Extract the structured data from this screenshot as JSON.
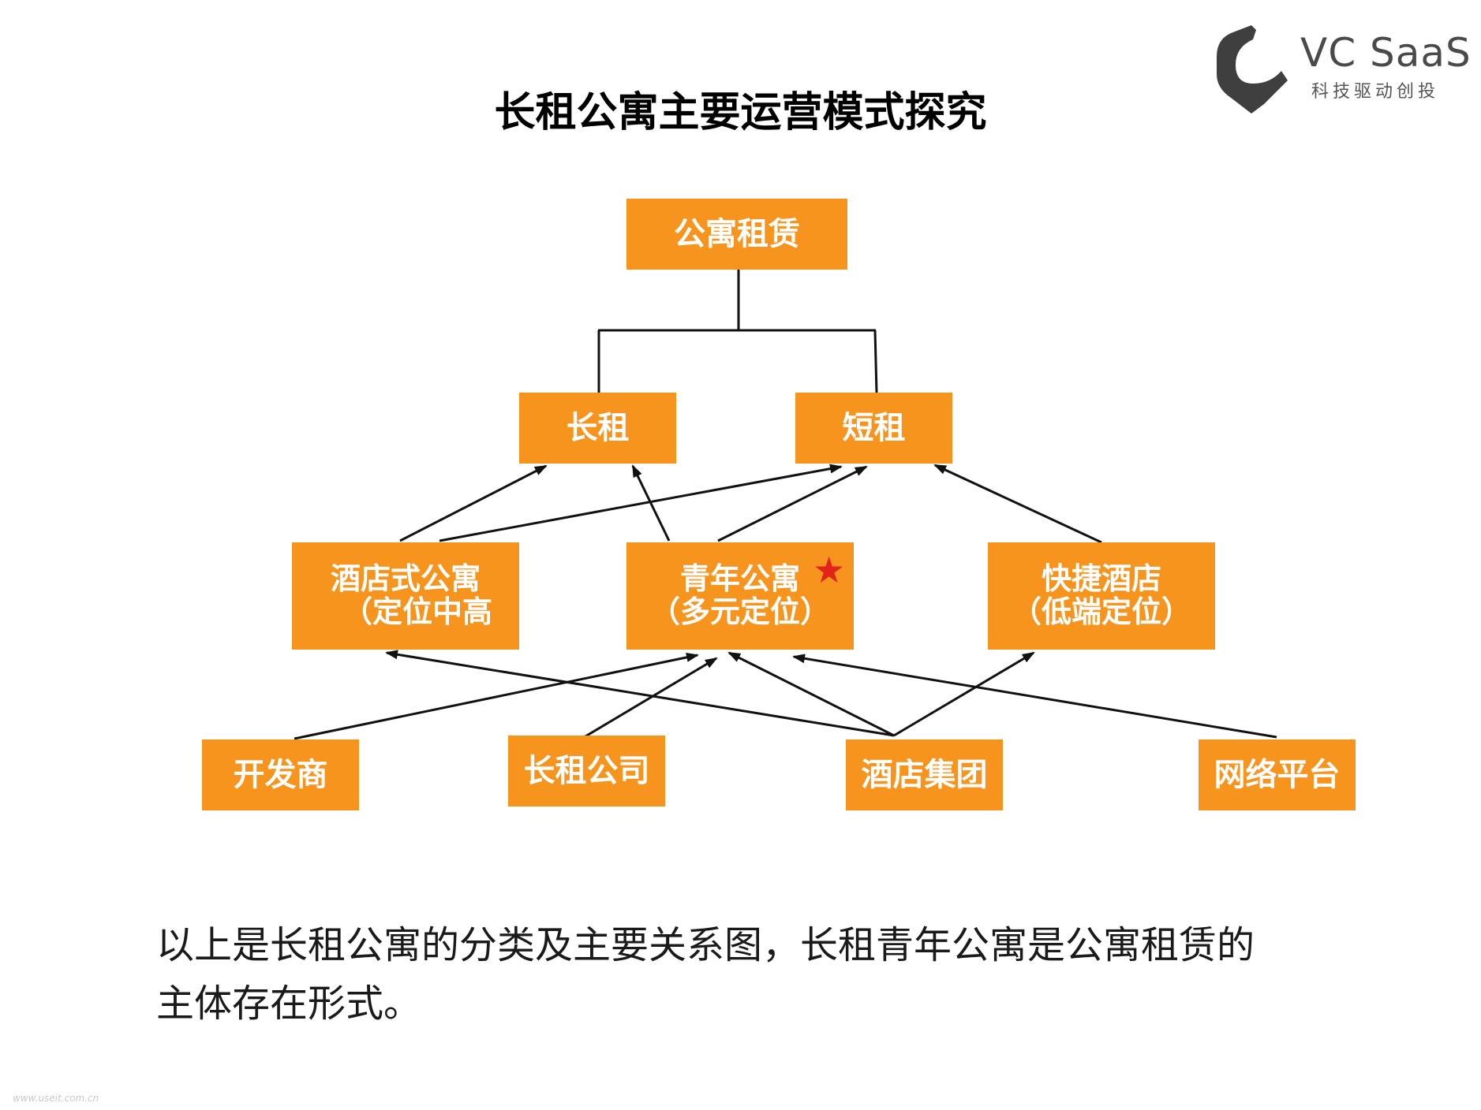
{
  "title": "长租公寓主要运营模式探究",
  "logo": {
    "name": "VC SaaS",
    "tagline": "科技驱动创投",
    "color": "#3f3f3f"
  },
  "colors": {
    "node_fill": "#f7941d",
    "node_text": "#ffffff",
    "edge": "#111111",
    "star": "#e0241a"
  },
  "nodes": {
    "root": {
      "label": "公寓租赁"
    },
    "long_rent": {
      "label": "长租"
    },
    "short_rent": {
      "label": "短租"
    },
    "hotel_apartment": {
      "line1": "酒店式公寓",
      "line2": "（定位中高"
    },
    "youth_apartment": {
      "line1": "青年公寓",
      "line2": "（多元定位）",
      "marker": "★"
    },
    "budget_hotel": {
      "line1": "快捷酒店",
      "line2": "（低端定位）"
    },
    "developer": {
      "label": "开发商"
    },
    "long_rent_company": {
      "label": "长租公司"
    },
    "hotel_group": {
      "label": "酒店集团"
    },
    "online_platform": {
      "label": "网络平台"
    }
  },
  "edges": [
    {
      "from": "hotel_apartment",
      "to": "long_rent",
      "type": "arrow"
    },
    {
      "from": "hotel_apartment",
      "to": "short_rent",
      "type": "arrow"
    },
    {
      "from": "youth_apartment",
      "to": "long_rent",
      "type": "arrow"
    },
    {
      "from": "youth_apartment",
      "to": "short_rent",
      "type": "arrow"
    },
    {
      "from": "budget_hotel",
      "to": "short_rent",
      "type": "arrow"
    },
    {
      "from": "developer",
      "to": "youth_apartment",
      "type": "arrow"
    },
    {
      "from": "long_rent_company",
      "to": "youth_apartment",
      "type": "arrow"
    },
    {
      "from": "hotel_group",
      "to": "hotel_apartment",
      "type": "arrow"
    },
    {
      "from": "hotel_group",
      "to": "youth_apartment",
      "type": "arrow"
    },
    {
      "from": "hotel_group",
      "to": "budget_hotel",
      "type": "arrow"
    },
    {
      "from": "online_platform",
      "to": "youth_apartment",
      "type": "arrow"
    },
    {
      "from": "root",
      "to": "long_rent",
      "type": "bracket"
    },
    {
      "from": "root",
      "to": "short_rent",
      "type": "bracket"
    }
  ],
  "caption": {
    "line1": "以上是长租公寓的分类及主要关系图，长租青年公寓是公寓租赁的",
    "line2": "主体存在形式。"
  },
  "watermark": "www.useit.com.cn"
}
